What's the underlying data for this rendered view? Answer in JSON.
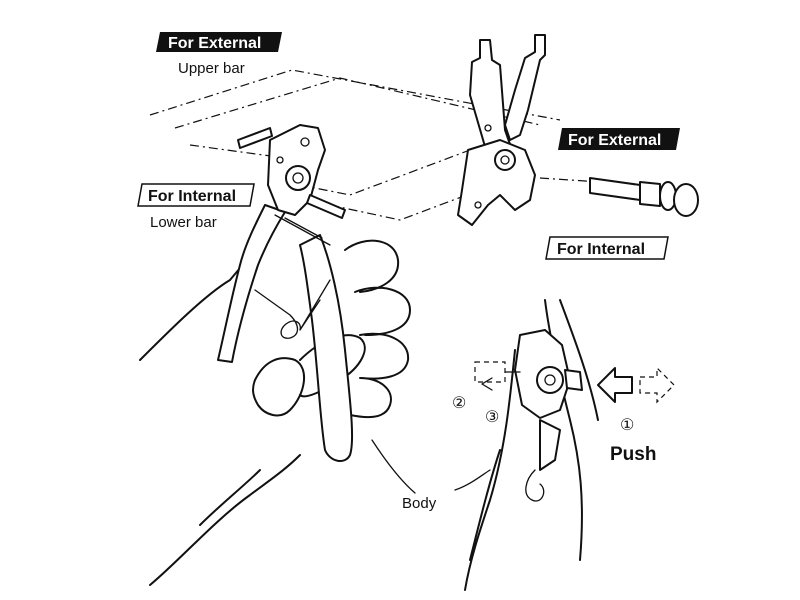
{
  "labels": {
    "for_external_top": "For External",
    "upper_bar": "Upper bar",
    "for_internal_left": "For Internal",
    "lower_bar": "Lower bar",
    "for_external_right": "For External",
    "for_internal_right": "For Internal",
    "step_1": "①",
    "step_2": "②",
    "step_3": "③",
    "push": "Push",
    "body": "Body"
  },
  "colors": {
    "ink": "#111111",
    "paper": "#ffffff"
  }
}
